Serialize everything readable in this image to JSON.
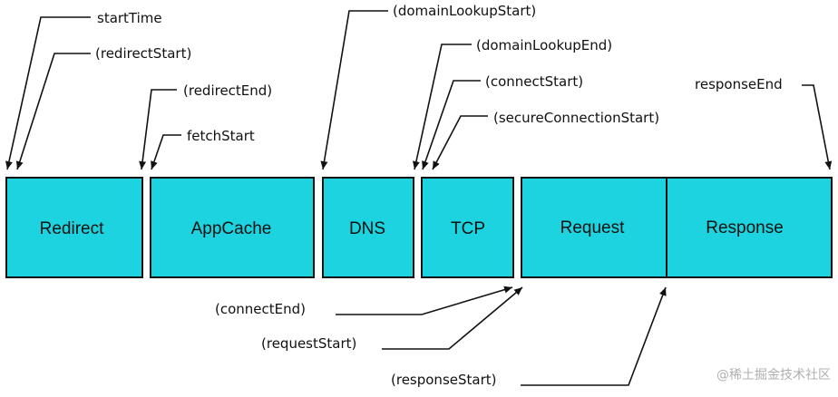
{
  "phases": [
    {
      "label": "Redirect"
    },
    {
      "label": "AppCache"
    },
    {
      "label": "DNS"
    },
    {
      "label": "TCP"
    },
    {
      "label": "Request"
    },
    {
      "label": "Response"
    }
  ],
  "events": [
    {
      "label": "startTime"
    },
    {
      "label": "(redirectStart)"
    },
    {
      "label": "(redirectEnd)"
    },
    {
      "label": "fetchStart"
    },
    {
      "label": "(domainLookupStart)"
    },
    {
      "label": "(domainLookupEnd)"
    },
    {
      "label": "(connectStart)"
    },
    {
      "label": "(secureConnectionStart)"
    },
    {
      "label": "responseEnd"
    },
    {
      "label": "(connectEnd)"
    },
    {
      "label": "(requestStart)"
    },
    {
      "label": "(responseStart)"
    }
  ],
  "watermark": "@稀土掘金技术社区",
  "colors": {
    "box_fill": "#1dd3df",
    "stroke": "#111111",
    "watermark": "#b0b0b0"
  }
}
